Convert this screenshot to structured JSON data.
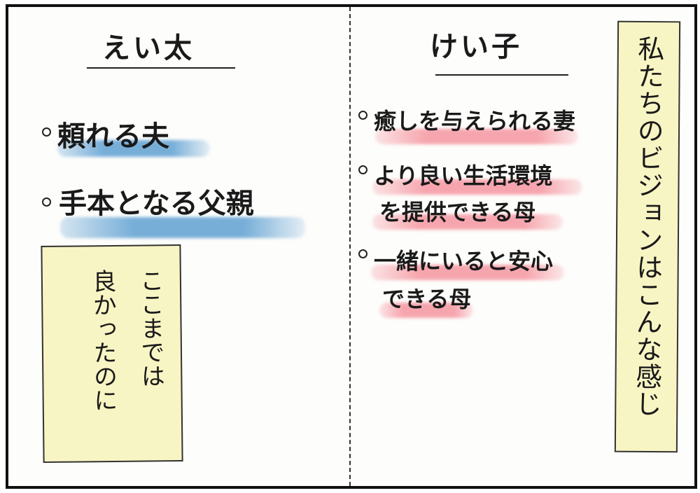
{
  "left": {
    "title": "えい太",
    "items": [
      "頼れる夫",
      "手本となる父親"
    ],
    "note": {
      "lines": [
        "ここまでは",
        "良かったのに"
      ]
    }
  },
  "right": {
    "title": "けい子",
    "items": [
      {
        "lines": [
          "癒しを与えられる妻"
        ]
      },
      {
        "lines": [
          "より良い生活環境",
          "を提供できる母"
        ]
      },
      {
        "lines": [
          "一緒にいると安心",
          "できる母"
        ]
      }
    ]
  },
  "vision": {
    "text": "私たちのビジョンはこんな感じ"
  },
  "colors": {
    "blue_highlight": "#5fa0d2",
    "pink_highlight": "#f596a0",
    "note_yellow": "#f8f5c4"
  }
}
